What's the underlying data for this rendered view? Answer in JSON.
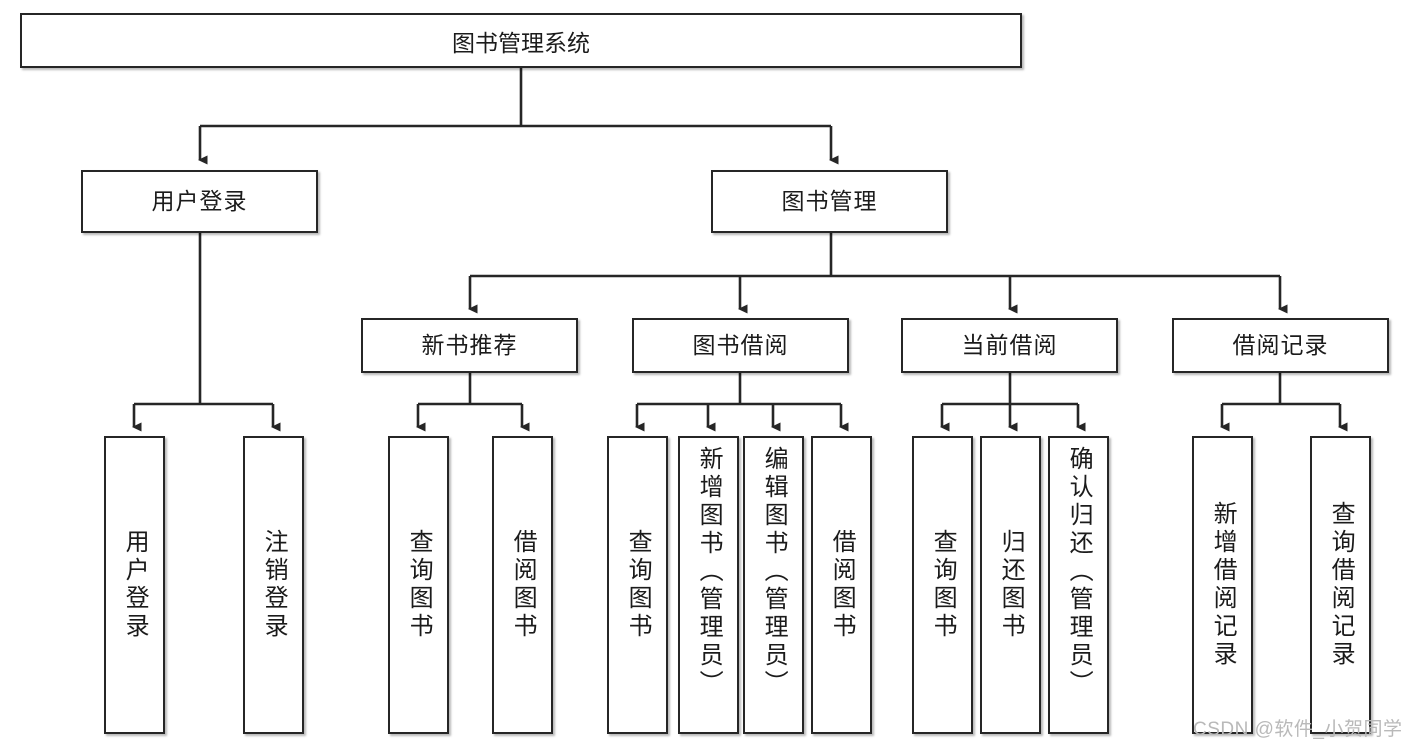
{
  "diagram": {
    "type": "hierarchy-tree",
    "title": "图书管理系统",
    "root": {
      "label": "图书管理系统"
    },
    "level2": [
      {
        "label": "用户登录"
      },
      {
        "label": "图书管理"
      }
    ],
    "level3": [
      {
        "label": "新书推荐"
      },
      {
        "label": "图书借阅"
      },
      {
        "label": "当前借阅"
      },
      {
        "label": "借阅记录"
      }
    ],
    "leaves": {
      "user_login": [
        {
          "label": "用户登录"
        },
        {
          "label": "注销登录"
        }
      ],
      "new_book_recommend": [
        {
          "label": "查询图书"
        },
        {
          "label": "借阅图书"
        }
      ],
      "book_borrow": [
        {
          "label": "查询图书"
        },
        {
          "label": "新增图书（管理员）"
        },
        {
          "label": "编辑图书（管理员）"
        },
        {
          "label": "借阅图书"
        }
      ],
      "current_borrow": [
        {
          "label": "查询图书"
        },
        {
          "label": "归还图书"
        },
        {
          "label": "确认归还（管理员）"
        }
      ],
      "borrow_record": [
        {
          "label": "新增借阅记录"
        },
        {
          "label": "查询借阅记录"
        }
      ]
    },
    "colors": {
      "box_border": "#262626",
      "box_fill": "#ffffff",
      "line": "#262626",
      "text": "#1b1b1b",
      "watermark": "#b9b9b9"
    }
  },
  "watermark": {
    "text": "CSDN @软件_小贺同学"
  }
}
